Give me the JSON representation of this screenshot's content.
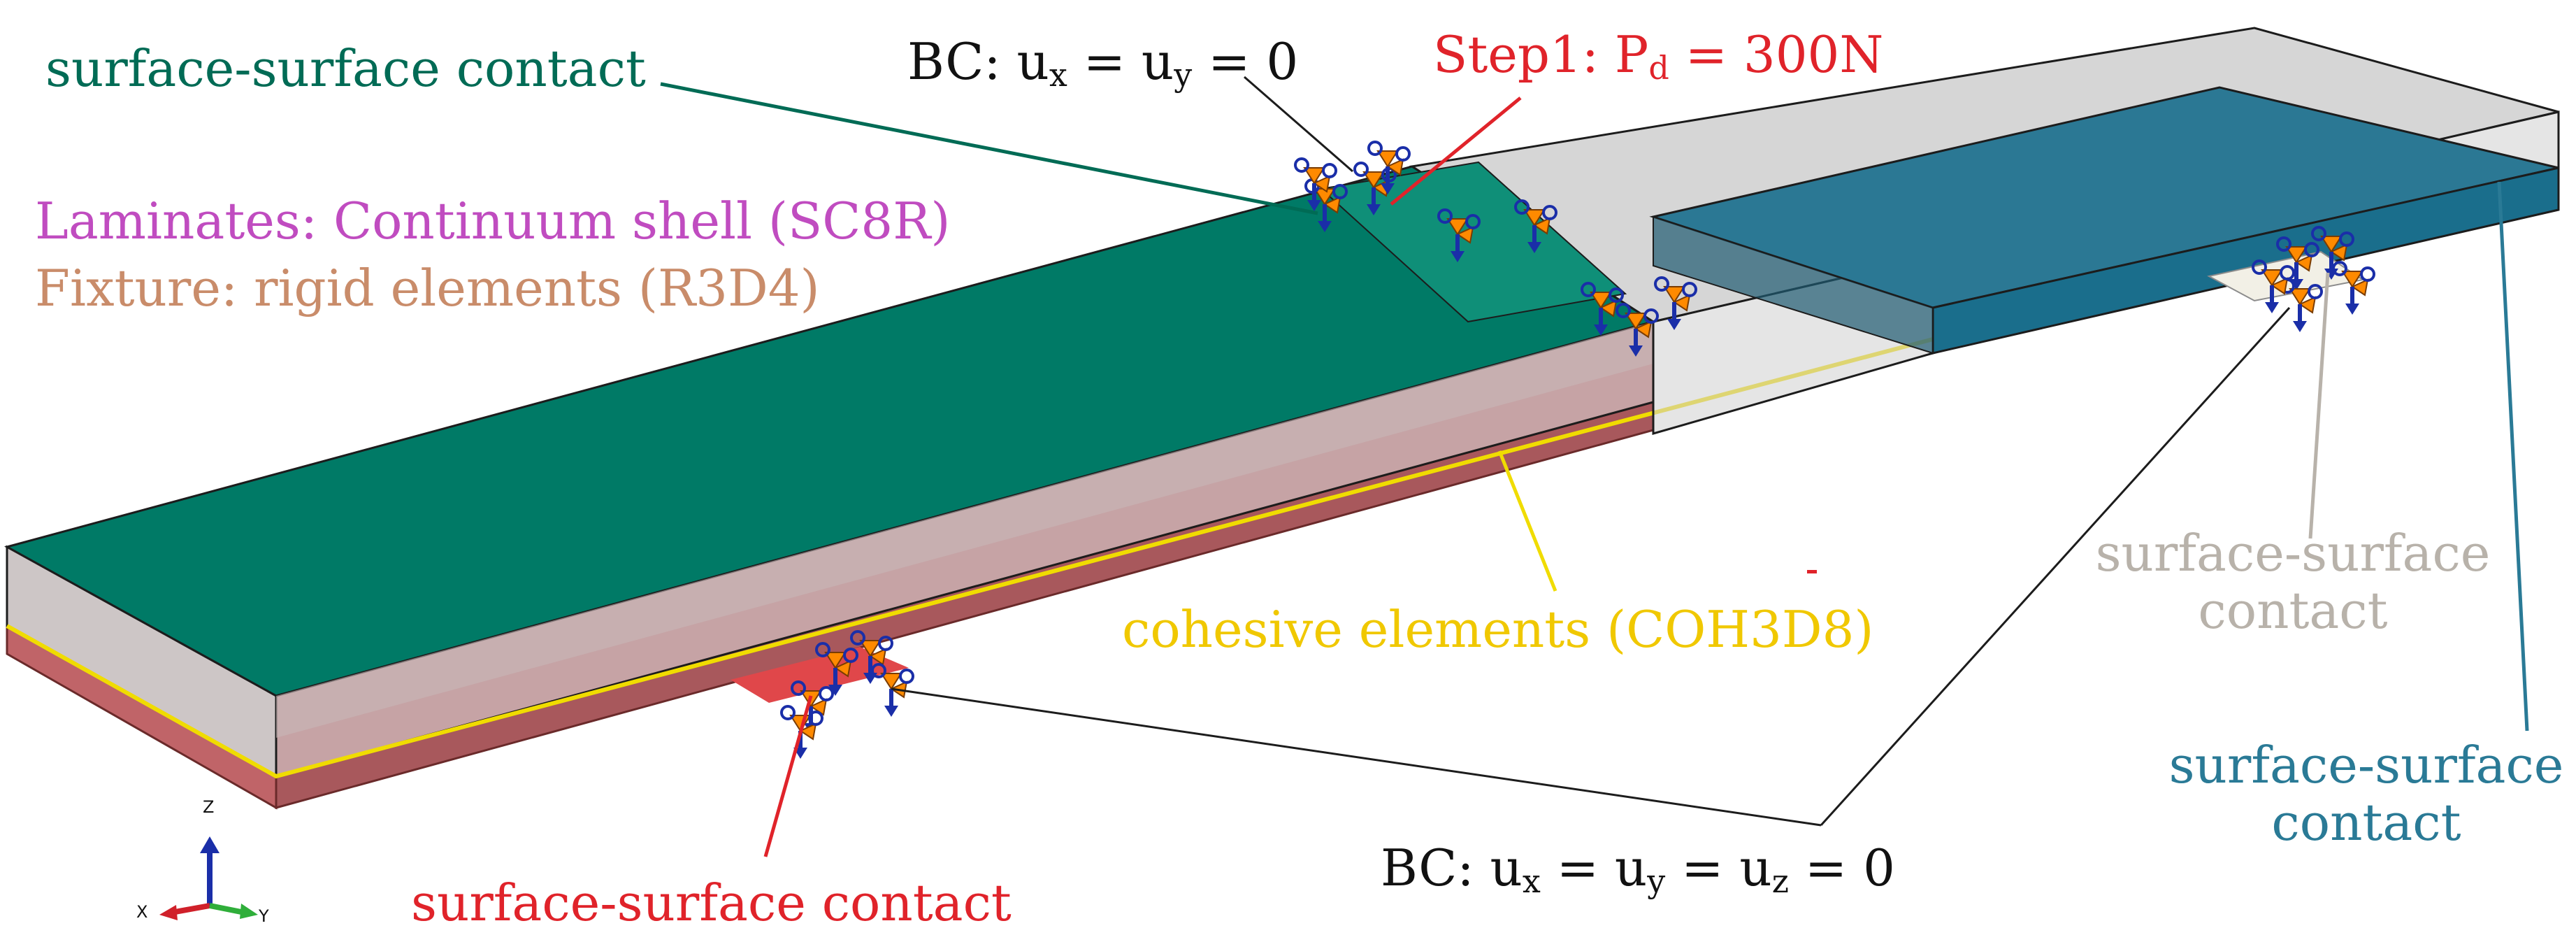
{
  "labels": {
    "top_left_contact": "surface-surface contact",
    "bc_top": {
      "prefix": "BC: u",
      "sub1": "x",
      "mid": " = u",
      "sub2": "y",
      "suffix": " = 0"
    },
    "step": {
      "prefix": "Step1: P",
      "sub": "d",
      "suffix": " = 300N"
    },
    "laminates": "Laminates: Continuum shell (SC8R)",
    "fixture": "Fixture: rigid elements (R3D4)",
    "cohesive": "cohesive elements (COH3D8)",
    "right_contact_line1": "surface-surface",
    "right_contact_line2": "contact",
    "far_right_contact_line1": "surface-surface",
    "far_right_contact_line2": "contact",
    "bc_bottom": {
      "prefix": "BC: u",
      "sub1": "x",
      "mid": " = u",
      "sub2": "y",
      "mid2": " = u",
      "sub3": "z",
      "suffix": " = 0"
    },
    "bottom_contact": "surface-surface contact"
  },
  "axes_triad": {
    "z": "Z",
    "x": "X",
    "y": "Y"
  },
  "colors": {
    "laminate_top": "#007a66",
    "teal_label": "#006b55",
    "laminate_blue": "#1a6e8c",
    "blue_label": "#2a7a96",
    "magenta_label": "#c04cc0",
    "tan_label": "#c98c6a",
    "red_label": "#e03a3a",
    "yellow_line": "#f0dc00",
    "gray_label": "#b8b2aa",
    "fixture_red": "#c06468",
    "transparent_box": "#b4b4b4"
  }
}
